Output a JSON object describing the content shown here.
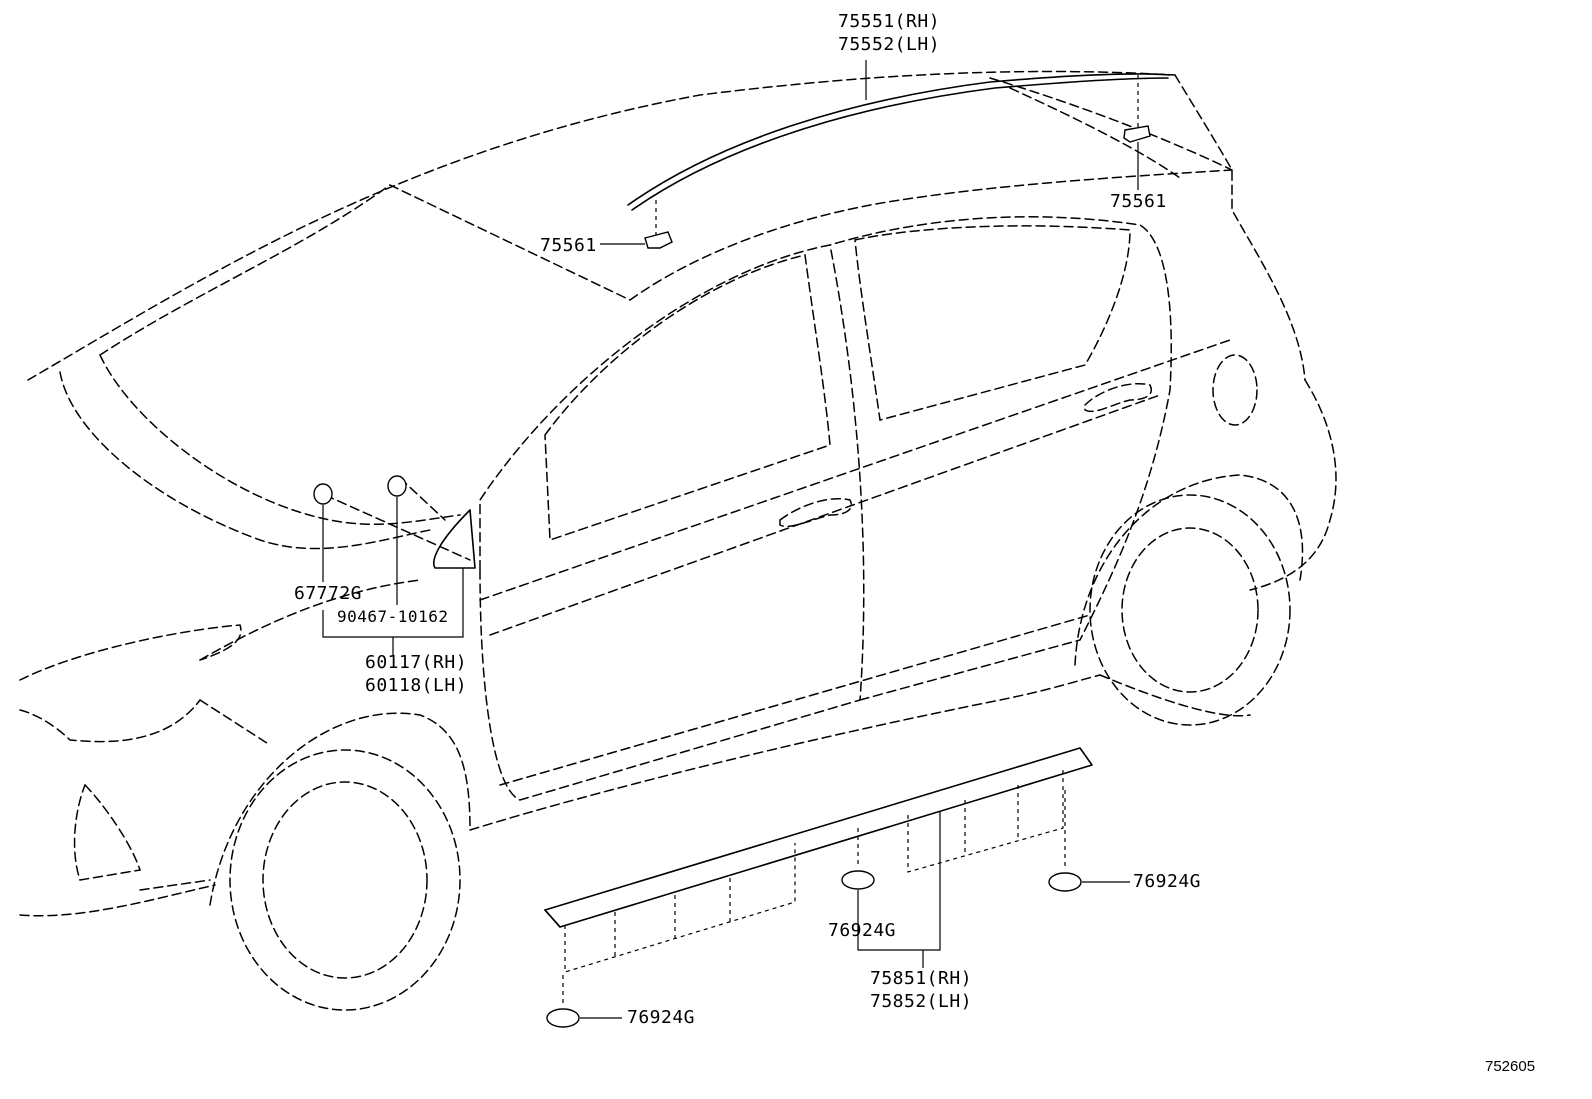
{
  "labels": {
    "roof_molding_rh": "75551(RH)",
    "roof_molding_lh": "75552(LH)",
    "clip_75561_left": "75561",
    "clip_75561_right": "75561",
    "clip_67772g": "67772G",
    "clip_90467": "90467-10162",
    "mirror_rh": "60117(RH)",
    "mirror_lh": "60118(LH)",
    "rocker_clip_center": "76924G",
    "rocker_clip_right": "76924G",
    "rocker_clip_bottom": "76924G",
    "rocker_molding_rh": "75851(RH)",
    "rocker_molding_lh": "75852(LH)"
  },
  "figure_number": "752605"
}
